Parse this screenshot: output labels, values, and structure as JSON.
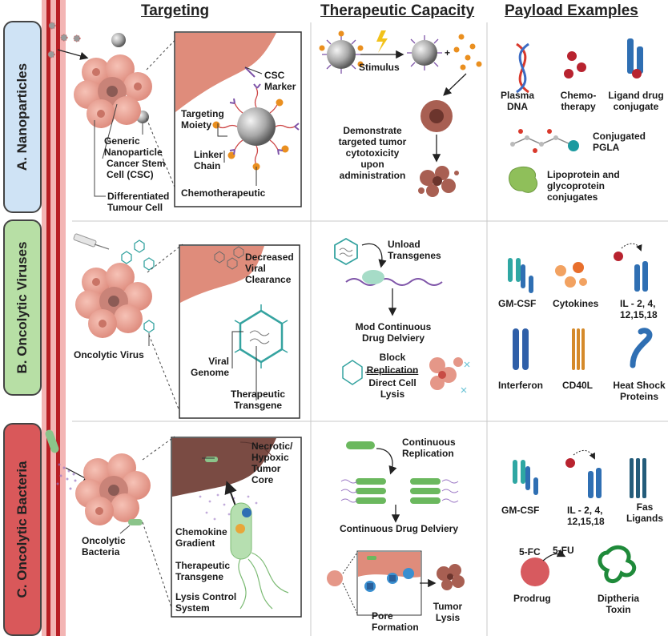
{
  "headers": {
    "targeting": "Targeting",
    "capacity": "Therapeutic Capacity",
    "payload": "Payload Examples"
  },
  "rows": {
    "a": "A. Nanoparticles",
    "b": "B. Oncolytic Viruses",
    "c": "C. Oncolytic Bacteria"
  },
  "colors": {
    "row_a": "#cfe3f5",
    "row_b": "#b7dfa5",
    "row_c": "#d9585a",
    "vessel": "#b81f25",
    "tumor": "#e29b8e",
    "tissue": "#d98a78"
  },
  "nano": {
    "target": {
      "generic_np": "Generic\nNanoparticle",
      "csc": "Cancer Stem\nCell (CSC)",
      "diff": "Differentiated\nTumour Cell",
      "csc_marker": "CSC\nMarker",
      "targeting_moiety": "Targeting\nMoiety",
      "linker": "Linker\nChain",
      "chemo": "Chemotherapeutic"
    },
    "capacity": {
      "stimulus": "Stimulus",
      "plus": "+",
      "demo": "Demonstrate\ntargeted tumor\ncytotoxicity\nupon\nadministration"
    },
    "payload": {
      "plasma": "Plasma\nDNA",
      "chemo": "Chemo-\ntherapy",
      "ligand": "Ligand drug\nconjugate",
      "pgla": "Conjugated\nPGLA",
      "lipo": "Lipoprotein and\nglycoprotein\nconjugates"
    }
  },
  "virus": {
    "target": {
      "ov": "Oncolytic Virus",
      "decreased": "Decreased\nViral\nClearance",
      "genome": "Viral\nGenome",
      "transgene": "Therapeutic\nTransgene"
    },
    "capacity": {
      "unload": "Unload\nTransgenes",
      "mod": "Mod Continuous\nDrug Delviery",
      "block": "Block",
      "replication": "Replication",
      "direct": "Direct Cell\nLysis"
    },
    "payload": {
      "gmcsf": "GM-CSF",
      "cytokines": "Cytokines",
      "il": "IL - 2, 4,\n12,15,18",
      "interferon": "Interferon",
      "cd40l": "CD40L",
      "hsp": "Heat Shock\nProteins"
    }
  },
  "bact": {
    "target": {
      "ob": "Oncolytic\nBacteria",
      "necrotic": "Necrotic/\nHypoxic\nTumor\nCore",
      "chemokine": "Chemokine\nGradient",
      "transgene": "Therapeutic\nTransgene",
      "lysis": "Lysis Control\nSystem"
    },
    "capacity": {
      "cont_rep": "Continuous\nReplication",
      "cont_drug": "Continuous Drug Delviery",
      "pore": "Pore\nFormation",
      "tumor_lysis": "Tumor\nLysis"
    },
    "payload": {
      "gmcsf": "GM-CSF",
      "il": "IL - 2, 4,\n12,15,18",
      "fas": "Fas\nLigands",
      "fc": "5-FC",
      "fu": "5-FU",
      "prodrug": "Prodrug",
      "dip": "Diptheria\nToxin"
    }
  }
}
